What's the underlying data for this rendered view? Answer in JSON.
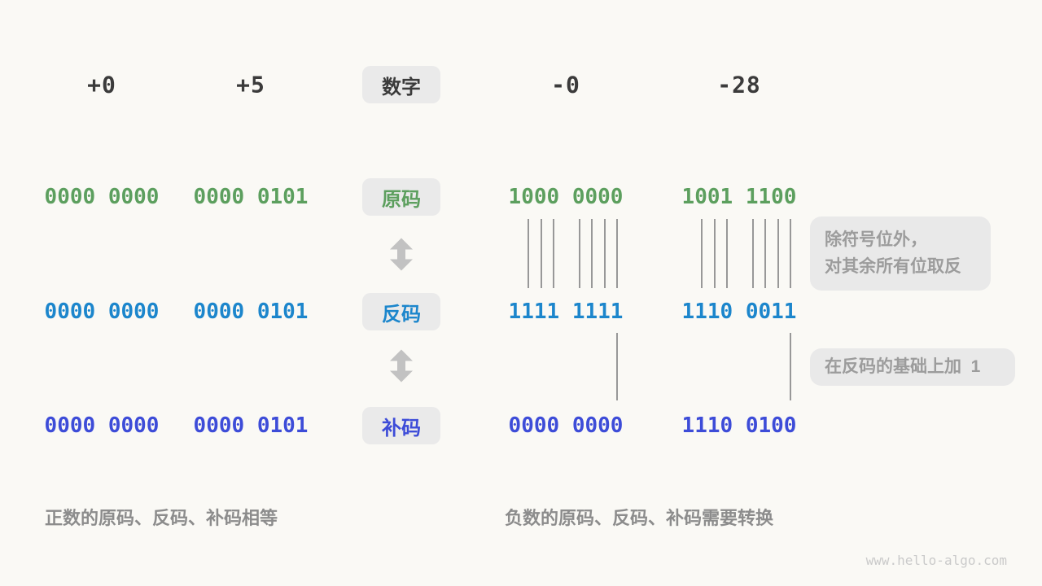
{
  "header": {
    "values": [
      "+0",
      "+5",
      "-0",
      "-28"
    ],
    "pill": "数字"
  },
  "rows": [
    {
      "id": "sign-magnitude",
      "label": "原码",
      "color": "#5C9F5E",
      "values": [
        "0000 0000",
        "0000 0101",
        "1000 0000",
        "1001 1100"
      ]
    },
    {
      "id": "ones-complement",
      "label": "反码",
      "color": "#1C86CC",
      "values": [
        "0000 0000",
        "0000 0101",
        "1111 1111",
        "1110 0011"
      ]
    },
    {
      "id": "twos-complement",
      "label": "补码",
      "color": "#3D4CD8",
      "values": [
        "0000 0000",
        "0000 0101",
        "0000 0000",
        "1110 0100"
      ]
    }
  ],
  "annotations": [
    {
      "lines": [
        "除符号位外，",
        "对其余所有位取反"
      ]
    },
    {
      "lines": [
        "在反码的基础上加  1"
      ]
    }
  ],
  "captions": {
    "left": "正数的原码、反码、补码相等",
    "right": "负数的原码、反码、补码需要转换"
  },
  "watermark": "www.hello-algo.com",
  "icons": {
    "transform_arrow": "↕"
  },
  "colors": {
    "background": "#FAF9F5",
    "pill_background": "#EAEAEA",
    "dark_text": "#3B3B3B",
    "green": "#5C9F5E",
    "blue": "#1C86CC",
    "indigo": "#3D4CD8",
    "note_background": "#E9E9E9",
    "note_text": "#9C9C9C",
    "caption_text": "#8C8C8C",
    "line_gray": "#989898",
    "arrow_gray": "#C2C2C2",
    "watermark_text": "#CACACA"
  }
}
